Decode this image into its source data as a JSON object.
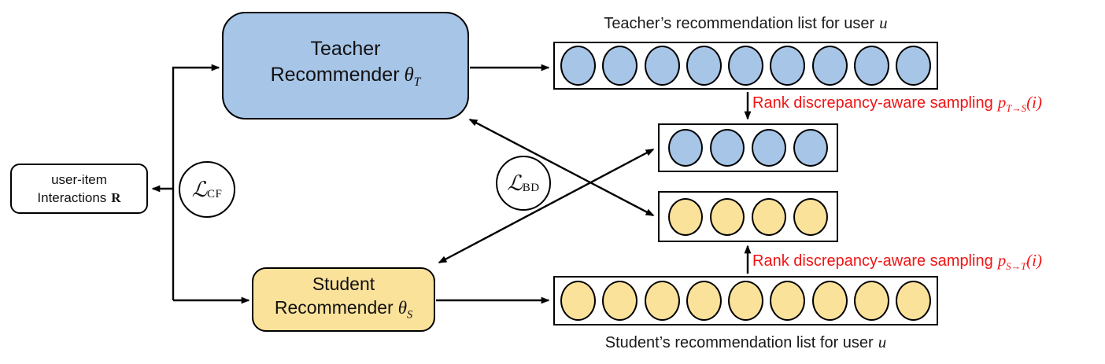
{
  "colors": {
    "teacher_fill": "#a7c5e7",
    "student_fill": "#fbe29b",
    "accent_red": "#f01414",
    "ink": "#111111"
  },
  "teacher_box": {
    "line1": "Teacher",
    "line2": "Recommender",
    "theta": "θ",
    "theta_sub": "T"
  },
  "student_box": {
    "line1": "Student",
    "line2": "Recommender",
    "theta": "θ",
    "theta_sub": "S"
  },
  "interactions_box": {
    "line1": "user-item",
    "line2": "Interactions",
    "matrix_symbol": "R"
  },
  "loss_cf": {
    "symbol": "ℒ",
    "sub": "CF"
  },
  "loss_bd": {
    "symbol": "ℒ",
    "sub": "BD"
  },
  "teacher_list": {
    "caption": "Teacher’s recommendation list for user",
    "caption_var": "u",
    "item_count": 9
  },
  "student_list": {
    "caption": "Student’s recommendation list for user",
    "caption_var": "u",
    "item_count": 9
  },
  "teacher_sampled": {
    "item_count": 4
  },
  "student_sampled": {
    "item_count": 4
  },
  "sampling_top": {
    "text": "Rank discrepancy-aware sampling",
    "p": "p",
    "sub": "T→S",
    "arg_open": "(",
    "arg": "i",
    "arg_close": ")"
  },
  "sampling_bottom": {
    "text": "Rank discrepancy-aware sampling",
    "p": "p",
    "sub": "S→T",
    "arg_open": "(",
    "arg": "i",
    "arg_close": ")"
  }
}
